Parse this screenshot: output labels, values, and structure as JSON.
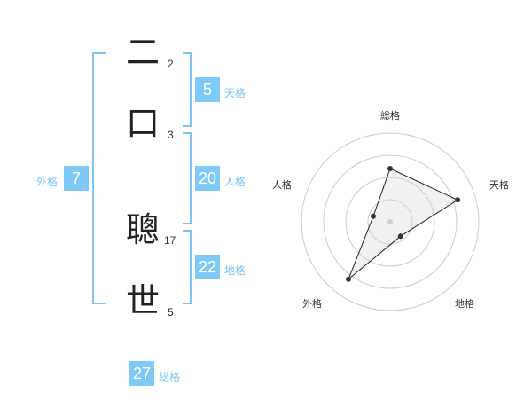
{
  "name_chars": [
    {
      "char": "二",
      "strokes": "2"
    },
    {
      "char": "口",
      "strokes": "3"
    },
    {
      "char": "聰",
      "strokes": "17"
    },
    {
      "char": "世",
      "strokes": "5"
    }
  ],
  "fortune": {
    "tenkaku": {
      "value": "5",
      "label": "天格"
    },
    "jinkaku": {
      "value": "20",
      "label": "人格"
    },
    "chikaku": {
      "value": "22",
      "label": "地格"
    },
    "gaikaku": {
      "value": "7",
      "label": "外格"
    },
    "soukaku": {
      "value": "27",
      "label": "総格"
    }
  },
  "colors": {
    "accent": "#7fc9f7",
    "bracket": "#7fc4f4",
    "text": "#222222"
  },
  "chart_data": {
    "type": "radar",
    "axes": [
      "総格",
      "天格",
      "地格",
      "外格",
      "人格"
    ],
    "max": 5,
    "values": [
      3,
      4,
      1,
      4,
      1
    ],
    "grid_rings": 4
  }
}
